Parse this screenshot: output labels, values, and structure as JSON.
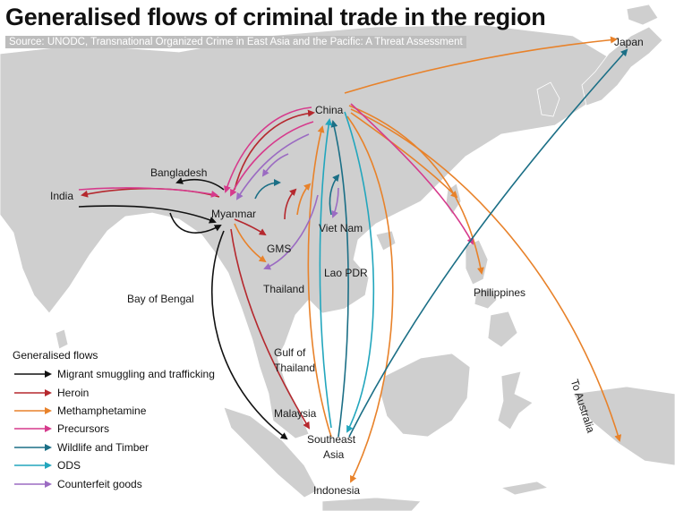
{
  "title": "Generalised flows of criminal trade in the region",
  "source": "Source: UNODC, Transnational Organized Crime in East Asia and the Pacific: A Threat Assessment",
  "colors": {
    "land": "#cfcfcf",
    "sea": "#ffffff",
    "border": "#ffffff"
  },
  "places": {
    "japan": "Japan",
    "china": "China",
    "bangladesh": "Bangladesh",
    "india": "India",
    "myanmar": "Myanmar",
    "viet_nam": "Viet Nam",
    "gms": "GMS",
    "lao_pdr": "Lao PDR",
    "bay_of_bengal": "Bay of Bengal",
    "thailand": "Thailand",
    "philippines": "Philippines",
    "gulf_line1": "Gulf of",
    "gulf_line2": "Thailand",
    "to_australia": "To Australia",
    "malaysia": "Malaysia",
    "southeast_line1": "Southeast",
    "southeast_line2": "Asia",
    "indonesia": "Indonesia"
  },
  "legend": {
    "title": "Generalised flows",
    "items": [
      {
        "label": "Migrant smuggling and trafficking",
        "color": "#111111"
      },
      {
        "label": "Heroin",
        "color": "#b5282e"
      },
      {
        "label": "Methamphetamine",
        "color": "#e8822a"
      },
      {
        "label": "Precursors",
        "color": "#d63a8c"
      },
      {
        "label": "Wildlife and Timber",
        "color": "#1b6f86"
      },
      {
        "label": "ODS",
        "color": "#22a6bd"
      },
      {
        "label": "Counterfeit goods",
        "color": "#9b6bc2"
      }
    ]
  }
}
